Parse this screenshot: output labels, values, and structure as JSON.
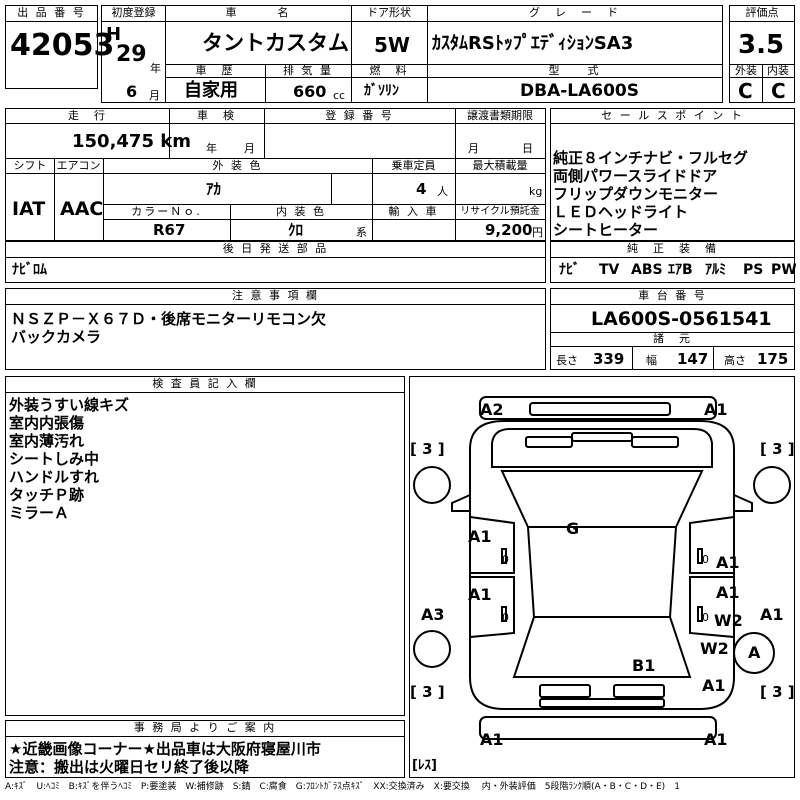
{
  "header": {
    "lot_label": "出 品 番 号",
    "lot_number": "42053",
    "first_reg_label": "初度登録",
    "era_letter": "H",
    "reg_year": "29",
    "year_unit": "年",
    "reg_month": "6",
    "month_unit": "月",
    "car_name_label": "車　　　名",
    "car_name": "タントカスタム",
    "history_label": "車　歴",
    "history": "自家用",
    "displacement_label": "排 気 量",
    "displacement": "660",
    "displacement_unit": "cc",
    "door_label": "ドア形状",
    "door": "5W",
    "fuel_label": "燃　料",
    "fuel": "ｶﾞｿﾘﾝ",
    "grade_label": "グ　レ　ー　ド",
    "grade": "ｶｽﾀﾑRSﾄｯﾌﾟｴﾃﾞｨｼｮﾝSA3",
    "model_label": "型　　式",
    "model": "DBA-LA600S",
    "score_label": "評価点",
    "score": "3.5",
    "ext_label": "外装",
    "ext_grade": "C",
    "int_label": "内装",
    "int_grade": "C"
  },
  "mid": {
    "mileage_label": "走　行",
    "mileage": "150,475 km",
    "inspection_label": "車　検",
    "year_unit": "年",
    "month_unit": "月",
    "reg_no_label": "登 録 番 号",
    "transfer_label": "譲渡書類期限",
    "transfer_month": "月",
    "transfer_day": "日",
    "shift_label": "シフト",
    "shift": "IAT",
    "ac_label": "エアコン",
    "ac": "AAC",
    "color_label": "外 装 色",
    "color": "ｱｶ",
    "capacity_label": "乗車定員",
    "capacity": "4",
    "capacity_unit": "人",
    "load_label": "最大積載量",
    "load_unit": "kg",
    "color_no_label": "カラーＮｏ.",
    "color_no": "R67",
    "int_color_label": "内 装 色",
    "int_color": "ｸﾛ",
    "int_color_unit": "系",
    "import_label": "輸 入 車",
    "recycle_label": "リサイクル預託金",
    "recycle": "9,200",
    "recycle_unit": "円",
    "later_label": "後 日 発 送 部 品",
    "later": "ﾅﾋﾞﾛﾑ"
  },
  "sales": {
    "label": "セ ー ル ス ポ イ ン ト",
    "points": [
      "純正８インチナビ・フルセグ",
      "両側パワースライドドア",
      "フリップダウンモニター",
      "ＬＥＤヘッドライト",
      "シートヒーター"
    ]
  },
  "equipment": {
    "label": "純　正　装　備",
    "items": [
      "ﾅﾋﾞ",
      "TV",
      "ABS",
      "ｴｱB",
      "ｱﾙﾐ",
      "PS",
      "PW"
    ]
  },
  "notes": {
    "label": "注 意 事 項 欄",
    "lines": [
      "ＮＳＺＰ－Ｘ６７Ｄ・後席モニターリモコン欠",
      "バックカメラ"
    ]
  },
  "chassis": {
    "label": "車 台 番 号",
    "number": "LA600S-0561541",
    "dims_label": "諸　元",
    "length_label": "長さ",
    "length": "339",
    "width_label": "幅",
    "width": "147",
    "height_label": "高さ",
    "height": "175"
  },
  "inspector": {
    "label": "検 査 員 記 入 欄",
    "lines": [
      "外装うすい線キズ",
      "室内内張傷",
      "室内薄汚れ",
      "シートしみ中",
      "ハンドルすれ",
      "タッチＰ跡",
      "ミラーＡ"
    ]
  },
  "diagram": {
    "marks": [
      "A2",
      "A1",
      "[ 3 ]",
      "[ 3 ]",
      "G",
      "A1",
      "A1",
      "A1",
      "A1",
      "A3",
      "W2",
      "A1",
      "W2",
      "A",
      "B1",
      "A1",
      "[ 3 ]",
      "[ 3 ]",
      "A1",
      "A1",
      "[ﾚｽ]",
      "0",
      "0",
      "0",
      "0"
    ]
  },
  "office": {
    "label": "事 務 局 よ り ご 案 内",
    "lines": [
      "★近畿画像コーナー★出品車は大阪府寝屋川市",
      "注意：搬出は火曜日セリ終了後以降"
    ]
  },
  "legend": "A:ｷｽﾞ　U:ﾍｺﾐ　B:ｷｽﾞを伴うﾍｺﾐ　P:要塗装　W:補修跡　S:錆　C:腐食　G:ﾌﾛﾝﾄｶﾞﾗｽ点ｷｽﾞ　XX:交換済み　X:要交換　 内・外装評価　5段階ﾗﾝｸ順(A・B・C・D・E)　1"
}
